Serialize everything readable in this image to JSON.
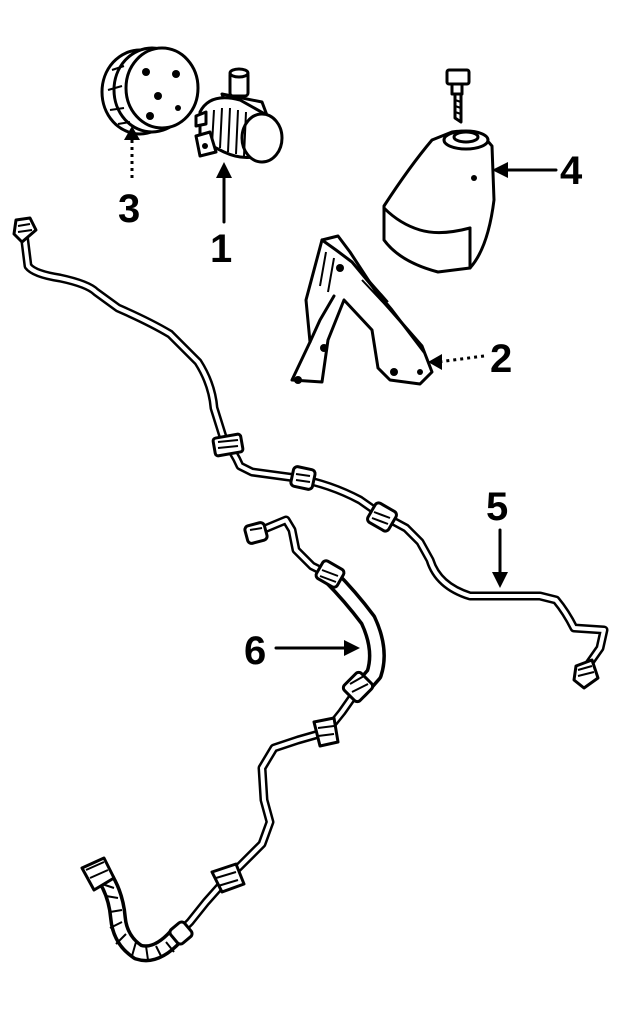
{
  "diagram": {
    "callouts": [
      {
        "id": "1",
        "label": "1"
      },
      {
        "id": "2",
        "label": "2"
      },
      {
        "id": "3",
        "label": "3"
      },
      {
        "id": "4",
        "label": "4"
      },
      {
        "id": "5",
        "label": "5"
      },
      {
        "id": "6",
        "label": "6"
      }
    ]
  },
  "colors": {
    "ink": "#000000",
    "paper": "#ffffff"
  }
}
